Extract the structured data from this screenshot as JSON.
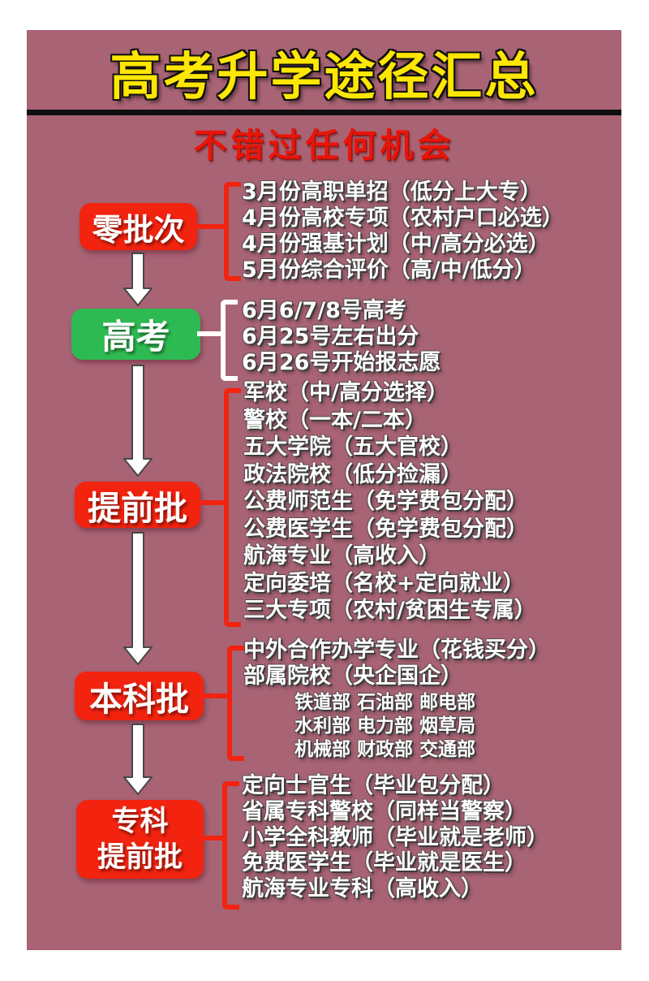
{
  "page": {
    "background": "#ffffff",
    "panel_color": "#a86374",
    "accent_red": "#f2230f",
    "accent_green": "#2eba52",
    "title_color": "#ffe603",
    "subtitle_color": "#e8150a",
    "item_text_color": "#ffffff",
    "divider_color": "#0f0f0f"
  },
  "header": {
    "title": "高考升学途径汇总",
    "subtitle": "不错过任何机会"
  },
  "sections": [
    {
      "label": "零批次",
      "items": [
        "3月份高职单招（低分上大专）",
        "4月份高校专项（农村户口必选）",
        "4月份强基计划（中/高分必选）",
        "5月份综合评价（高/中/低分）"
      ]
    },
    {
      "label": "高考",
      "items": [
        "6月6/7/8号高考",
        "6月25号左右出分",
        "6月26号开始报志愿"
      ]
    },
    {
      "label": "提前批",
      "items": [
        "军校（中/高分选择）",
        "警校（一本/二本）",
        "五大学院（五大官校）",
        "政法院校（低分捡漏）",
        "公费师范生（免学费包分配）",
        "公费医学生（免学费包分配）",
        "航海专业（高收入）",
        "定向委培（名校+定向就业）",
        "三大专项（农村/贫困生专属）"
      ]
    },
    {
      "label": "本科批",
      "items": [
        "中外合作办学专业（花钱买分）",
        "部属院校（央企国企）"
      ],
      "sub_items": [
        "铁道部 石油部 邮电部",
        "水利部 电力部 烟草局",
        "机械部 财政部 交通部"
      ]
    },
    {
      "label": "专科提前批",
      "label_line1": "专科",
      "label_line2": "提前批",
      "items": [
        "定向士官生（毕业包分配）",
        "省属专科警校（同样当警察）",
        "小学全科教师（毕业就是老师）",
        "免费医学生（毕业就是医生）",
        "航海专业专科（高收入）"
      ]
    }
  ]
}
